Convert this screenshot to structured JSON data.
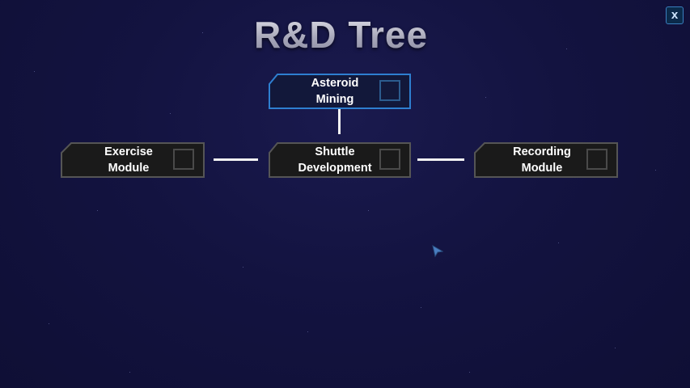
{
  "screen": {
    "title": "R&D Tree"
  },
  "close_button": {
    "label": "x",
    "icon": "close-icon"
  },
  "tree": {
    "nodes": [
      {
        "id": "asteroid-mining",
        "label": "Asteroid\nMining",
        "state": "selected"
      },
      {
        "id": "exercise-module",
        "label": "Exercise\nModule",
        "state": "available"
      },
      {
        "id": "shuttle-development",
        "label": "Shuttle\nDevelopment",
        "state": "available"
      },
      {
        "id": "recording-module",
        "label": "Recording\nModule",
        "state": "available"
      }
    ]
  },
  "colors": {
    "background": "#141444",
    "node_fill": "#1a1a1a",
    "node_border": "#555555",
    "selected_fill": "#131a3a",
    "selected_border": "#2e7fd0",
    "connector": "#f2f2f2"
  }
}
